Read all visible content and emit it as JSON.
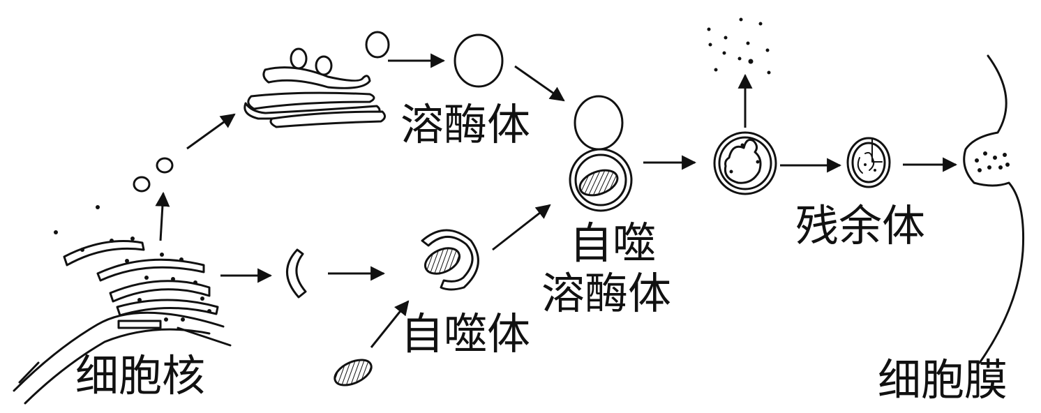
{
  "labels": {
    "nucleus": "细胞核",
    "lysosome": "溶酶体",
    "autophagosome": "自噬体",
    "autolysosome_line1": "自噬",
    "autolysosome_line2": "溶酶体",
    "residual_body": "残余体",
    "cell_membrane": "细胞膜"
  }
}
